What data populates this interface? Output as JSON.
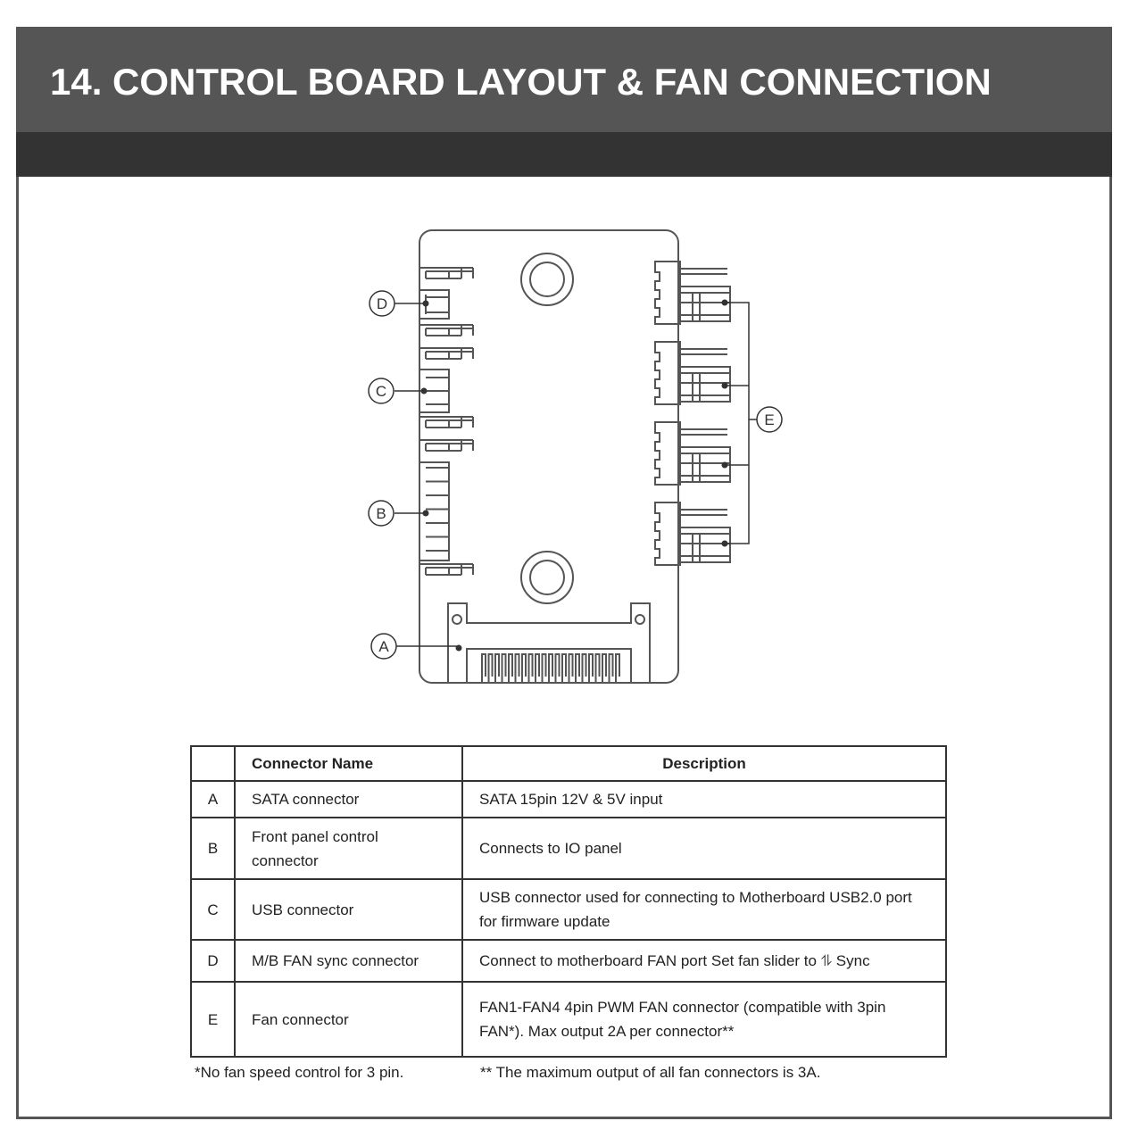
{
  "title": "14. CONTROL BOARD LAYOUT & FAN CONNECTION",
  "diagram": {
    "labels": [
      "A",
      "B",
      "C",
      "D",
      "E"
    ]
  },
  "table": {
    "headers": [
      "",
      "Connector Name",
      "Description"
    ],
    "rows": [
      {
        "letter": "A",
        "name": "SATA connector",
        "description": "SATA 15pin 12V & 5V input"
      },
      {
        "letter": "B",
        "name": "Front panel control connector",
        "description": "Connects to IO panel"
      },
      {
        "letter": "C",
        "name": "USB connector",
        "description": "USB connector used for connecting to Motherboard USB2.0 port for firmware update"
      },
      {
        "letter": "D",
        "name": "M/B FAN sync connector",
        "description": "Connect to motherboard FAN port Set fan slider to ⥮ Sync"
      },
      {
        "letter": "E",
        "name": "Fan connector",
        "description": "FAN1-FAN4 4pin PWM FAN connector (compatible with 3pin FAN*). Max output 2A per connector**"
      }
    ]
  },
  "footnotes": [
    "*No fan speed control for 3 pin.",
    "** The maximum output of all fan connectors is 3A."
  ]
}
